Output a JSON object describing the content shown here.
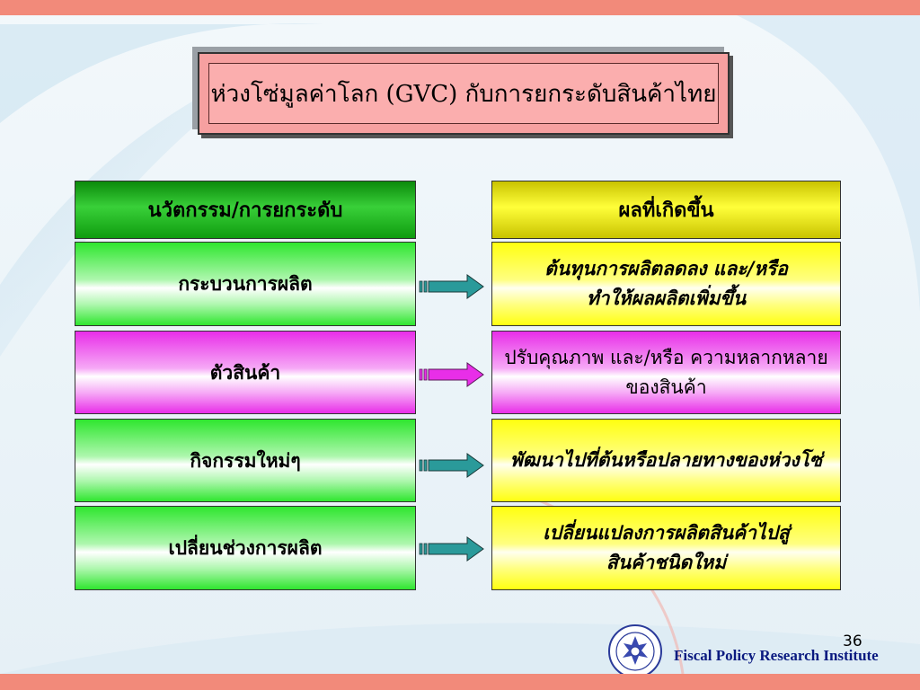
{
  "title": "ห่วงโซ่มูลค่าโลก (GVC) กับการยกระดับสินค้าไทย",
  "headers": {
    "left": "นวัตกรรม/การยกระดับ",
    "right": "ผลที่เกิดขึ้น"
  },
  "rows": [
    {
      "innovation": "กระบวนการผลิต",
      "result_lines": [
        "ต้นทุนการผลิตลดลง และ/หรือ",
        "ทำให้ผลผลิตเพิ่มขึ้น"
      ],
      "color": "#2fe62f"
    },
    {
      "innovation": "ตัวสินค้า",
      "result_lines": [
        "ปรับคุณภาพ และ/หรือ ความหลากหลาย",
        "ของสินค้า"
      ],
      "color": "#e82ee8"
    },
    {
      "innovation": "กิจกรรมใหม่ๆ",
      "result_lines": [
        "พัฒนาไปที่ต้นหรือปลายทางของห่วงโซ่"
      ],
      "color": "#2fe62f"
    },
    {
      "innovation": "เปลี่ยนช่วงการผลิต",
      "result_lines": [
        "เปลี่ยนแปลงการผลิตสินค้าไปสู่",
        "สินค้าชนิดใหม่"
      ],
      "color": "#2fe62f"
    }
  ],
  "colors": {
    "arrow_teal": "#2a9a9a",
    "arrow_magenta": "#e82ee8",
    "title_fill": "#fbaeae",
    "accent_bar": "#f28a7a",
    "institute_text": "#0a1a80"
  },
  "footer": {
    "page_number": "36",
    "institute": "Fiscal Policy Research Institute",
    "logo_icon": "fpri-seal-icon"
  }
}
